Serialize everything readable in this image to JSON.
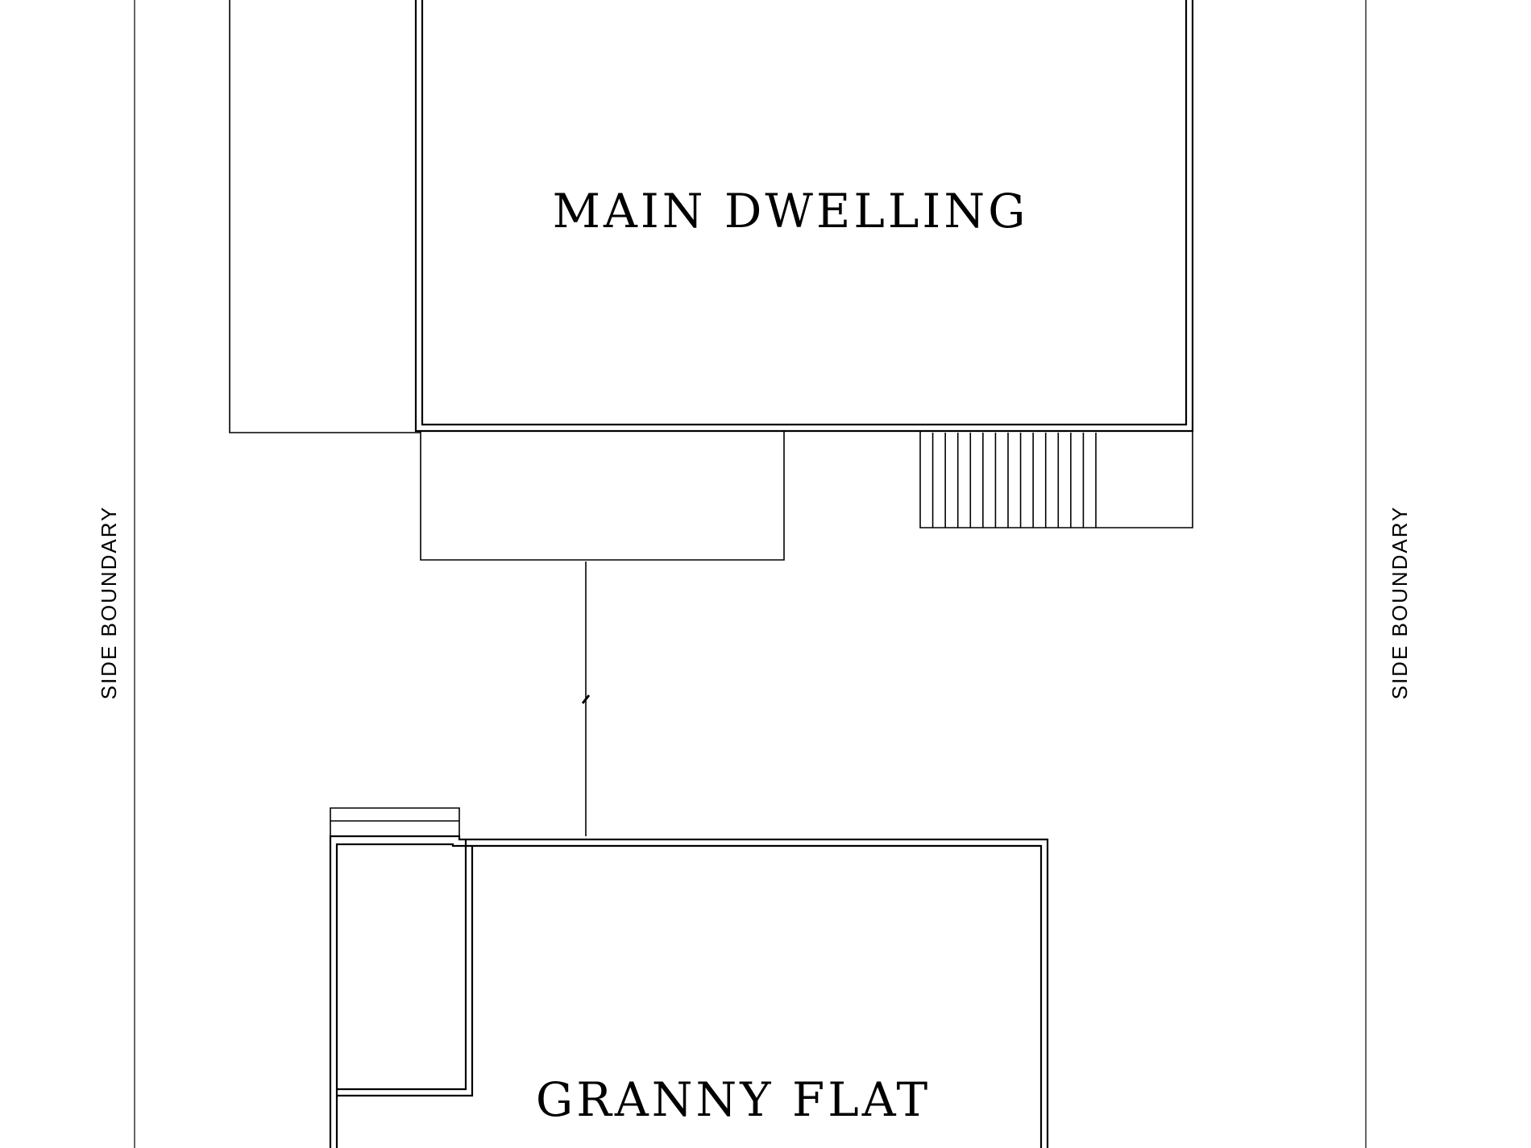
{
  "labels": {
    "main_dwelling": "MAIN DWELLING",
    "granny_flat": "GRANNY FLAT",
    "side_boundary_left": "SIDE BOUNDARY",
    "side_boundary_right": "SIDE BOUNDARY"
  },
  "colors": {
    "background": "#ffffff",
    "line": "#000000",
    "boundary": "#555555"
  }
}
